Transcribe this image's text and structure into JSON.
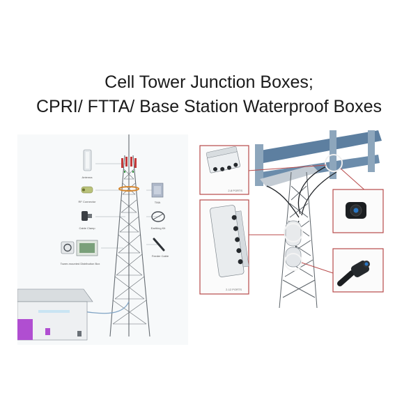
{
  "title": {
    "line1": "Cell Tower Junction Boxes;",
    "line2": "CPRI/ FTTA/ Base Station Waterproof Boxes"
  },
  "left_diagram": {
    "labels": {
      "antenna": "Antenna",
      "rf_connector": "RF Connector",
      "tma": "TMA",
      "cable_clamp": "Cable Clamp",
      "earthing_kit": "Earthing Kit",
      "feeder_cable": "Feeder Cable",
      "distribution_box": "Tower-mounted Distribution Box"
    }
  },
  "right_diagram": {
    "labels": {
      "box_small_ports": "2-8 PORTS",
      "box_large_ports": "2-12 PORTS"
    }
  },
  "colors": {
    "callout_red": "#b84a4a",
    "tower_gray": "#6a7076",
    "antenna_red": "#c43a3a",
    "mount_blue": "#5d7fa0",
    "shelter_purple": "#b04ed1",
    "connector_blue": "#2a76c4"
  }
}
